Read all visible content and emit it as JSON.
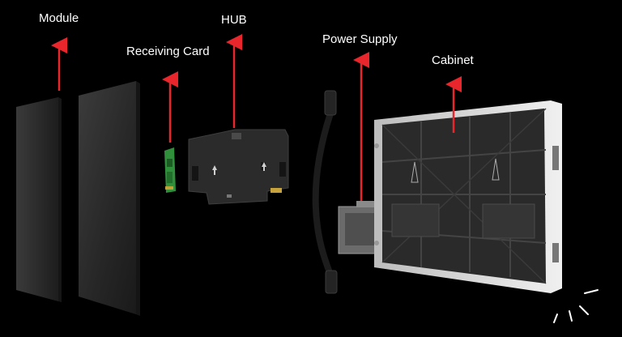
{
  "labels": {
    "module": "Module",
    "receiving_card": "Receiving Card",
    "hub": "HUB",
    "power_supply": "Power Supply",
    "cabinet": "Cabinet"
  },
  "colors": {
    "background": "#000000",
    "text": "#ffffff",
    "arrow": "#e8262b",
    "module_panel": "#2e2e2e",
    "pcb_green": "#2f8f3a",
    "hub_board": "#2b2b2b",
    "cable": "#1c1c1c",
    "cabinet_frame": "#d9d9d9",
    "cabinet_body": "#2a2a2a"
  }
}
